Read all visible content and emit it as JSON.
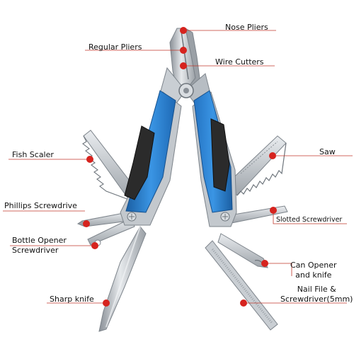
{
  "labels": {
    "nose_pliers": "Nose Pliers",
    "regular_pliers": "Regular Pliers",
    "wire_cutters": "Wire Cutters",
    "fish_scaler": "Fish Scaler",
    "saw": "Saw",
    "phillips_screwdriver": "Phillips Screwdrive",
    "slotted_screwdriver": "Slotted Screwdriver",
    "bottle_opener_line1": "Bottle Opener",
    "bottle_opener_line2": "Screwdriver",
    "can_opener_line1": "Can Opener",
    "can_opener_line2": "and knife",
    "sharp_knife": "Sharp knife",
    "nail_file_line1": "Nail File &",
    "nail_file_line2": "Screwdriver(5mm)"
  },
  "colors": {
    "callout_red": "#d6231e",
    "leader_line": "#c0392b",
    "handle_blue": "#2f86d6",
    "handle_blue_dark": "#1b5fa3",
    "grip_black": "#2b2b2b",
    "steel_light": "#d9dde1",
    "steel_mid": "#aeb4ba",
    "steel_dark": "#7d848b"
  }
}
